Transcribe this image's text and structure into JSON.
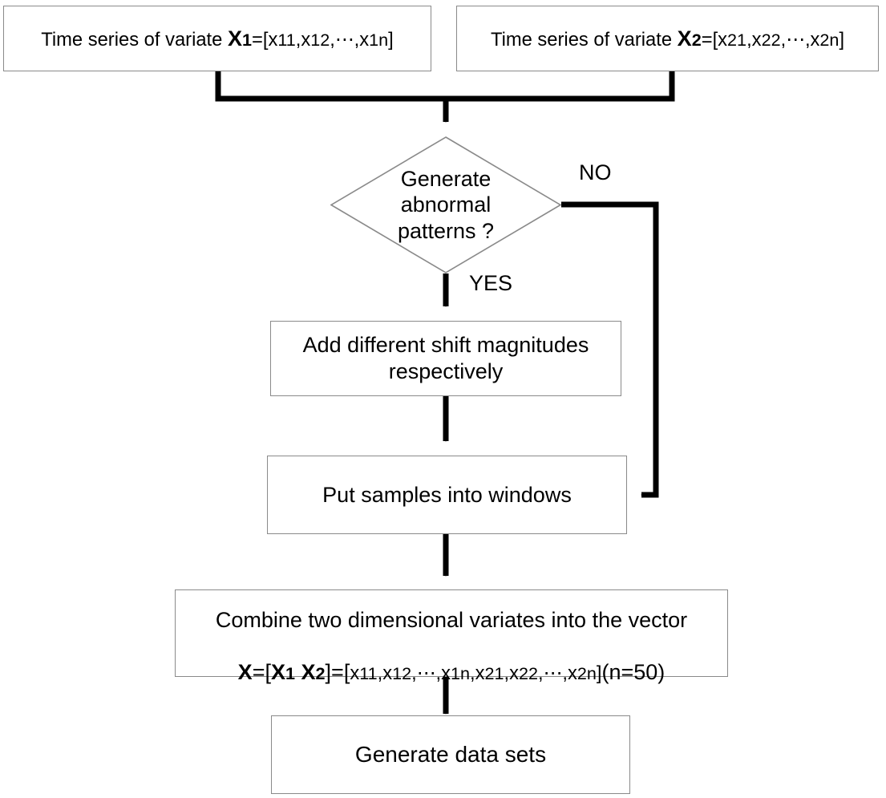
{
  "diagram": {
    "type": "flowchart",
    "title": "Data set generation flowchart",
    "background_color": "#ffffff",
    "node_border_color": "#8a8a8a",
    "edge_color": "#000000",
    "nodes": {
      "series_x1": {
        "shape": "process",
        "text": "Time series of variate X1=[x11,x12,⋯,x1n]"
      },
      "series_x2": {
        "shape": "process",
        "text": "Time series of variate X2=[x21,x22,⋯,x2n]"
      },
      "decision": {
        "shape": "decision",
        "text": "Generate\nabnormal\npatterns ?"
      },
      "add_shift": {
        "shape": "process",
        "text": "Add different shift magnitudes\nrespectively"
      },
      "put_windows": {
        "shape": "process",
        "text": "Put samples into windows"
      },
      "combine": {
        "shape": "process",
        "line1": "Combine two dimensional variates into the vector",
        "line2": "X=[X1 X2]=[x11,x12,⋯,x1n,x21,x22,⋯,x2n](n=50)",
        "n_value": "n=50"
      },
      "generate": {
        "shape": "process",
        "text": "Generate data sets"
      }
    },
    "edge_labels": {
      "no": "NO",
      "yes": "YES"
    }
  }
}
